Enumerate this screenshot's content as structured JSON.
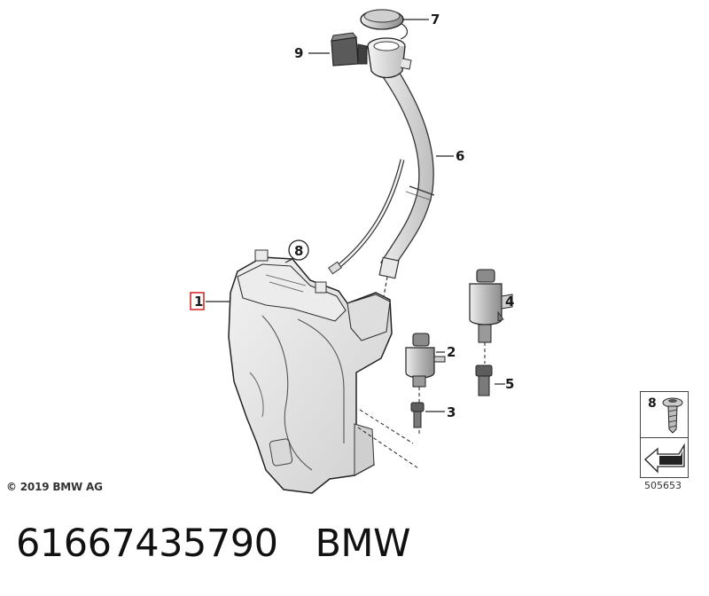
{
  "callouts": {
    "c1": "1",
    "c2": "2",
    "c3": "3",
    "c4": "4",
    "c5": "5",
    "c6": "6",
    "c7": "7",
    "c8": "8",
    "c9": "9"
  },
  "copyright": "© 2019 BMW AG",
  "reference_box": {
    "label": "8"
  },
  "drawing_id": "505653",
  "footer": {
    "part_number": "61667435790",
    "brand": "BMW"
  },
  "colors": {
    "highlight": "#d42020",
    "line": "#222222",
    "part_fill": "#e4e4e4"
  }
}
